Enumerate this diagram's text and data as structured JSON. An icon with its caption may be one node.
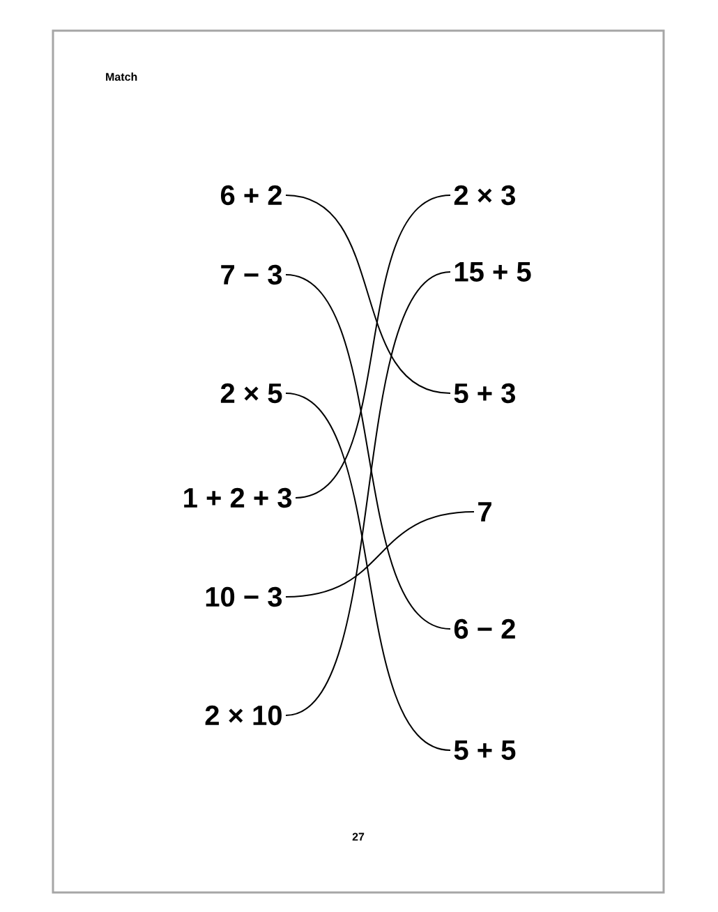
{
  "diagram": {
    "title": "Match",
    "nodes": [
      {
        "text": [
          "6 + 2"
        ]
      },
      {
        "text": [
          "7 − 3"
        ]
      },
      {
        "text": [
          "2 × 5"
        ]
      },
      {
        "text": [
          "1 + 2 + 3"
        ]
      },
      {
        "text": [
          "10 − 3"
        ]
      },
      {
        "text": [
          "2 × 10"
        ]
      },
      {
        "text": [
          "2 × 3"
        ]
      },
      {
        "text": [
          "15 + 5"
        ]
      },
      {
        "text": [
          "5 + 3"
        ]
      },
      {
        "text": [
          "7"
        ]
      },
      {
        "text": [
          "6 − 2"
        ]
      },
      {
        "text": [
          "5 + 5"
        ]
      }
    ],
    "edges": [
      {
        "from": 0,
        "to": 8,
        "arrow": "none"
      },
      {
        "from": 1,
        "to": 10,
        "arrow": "none"
      },
      {
        "from": 2,
        "to": 11,
        "arrow": "none"
      },
      {
        "from": 3,
        "to": 6,
        "arrow": "none"
      },
      {
        "from": 4,
        "to": 9,
        "arrow": "none"
      },
      {
        "from": 5,
        "to": 7,
        "arrow": "none"
      }
    ],
    "labels": [
      "27"
    ]
  }
}
